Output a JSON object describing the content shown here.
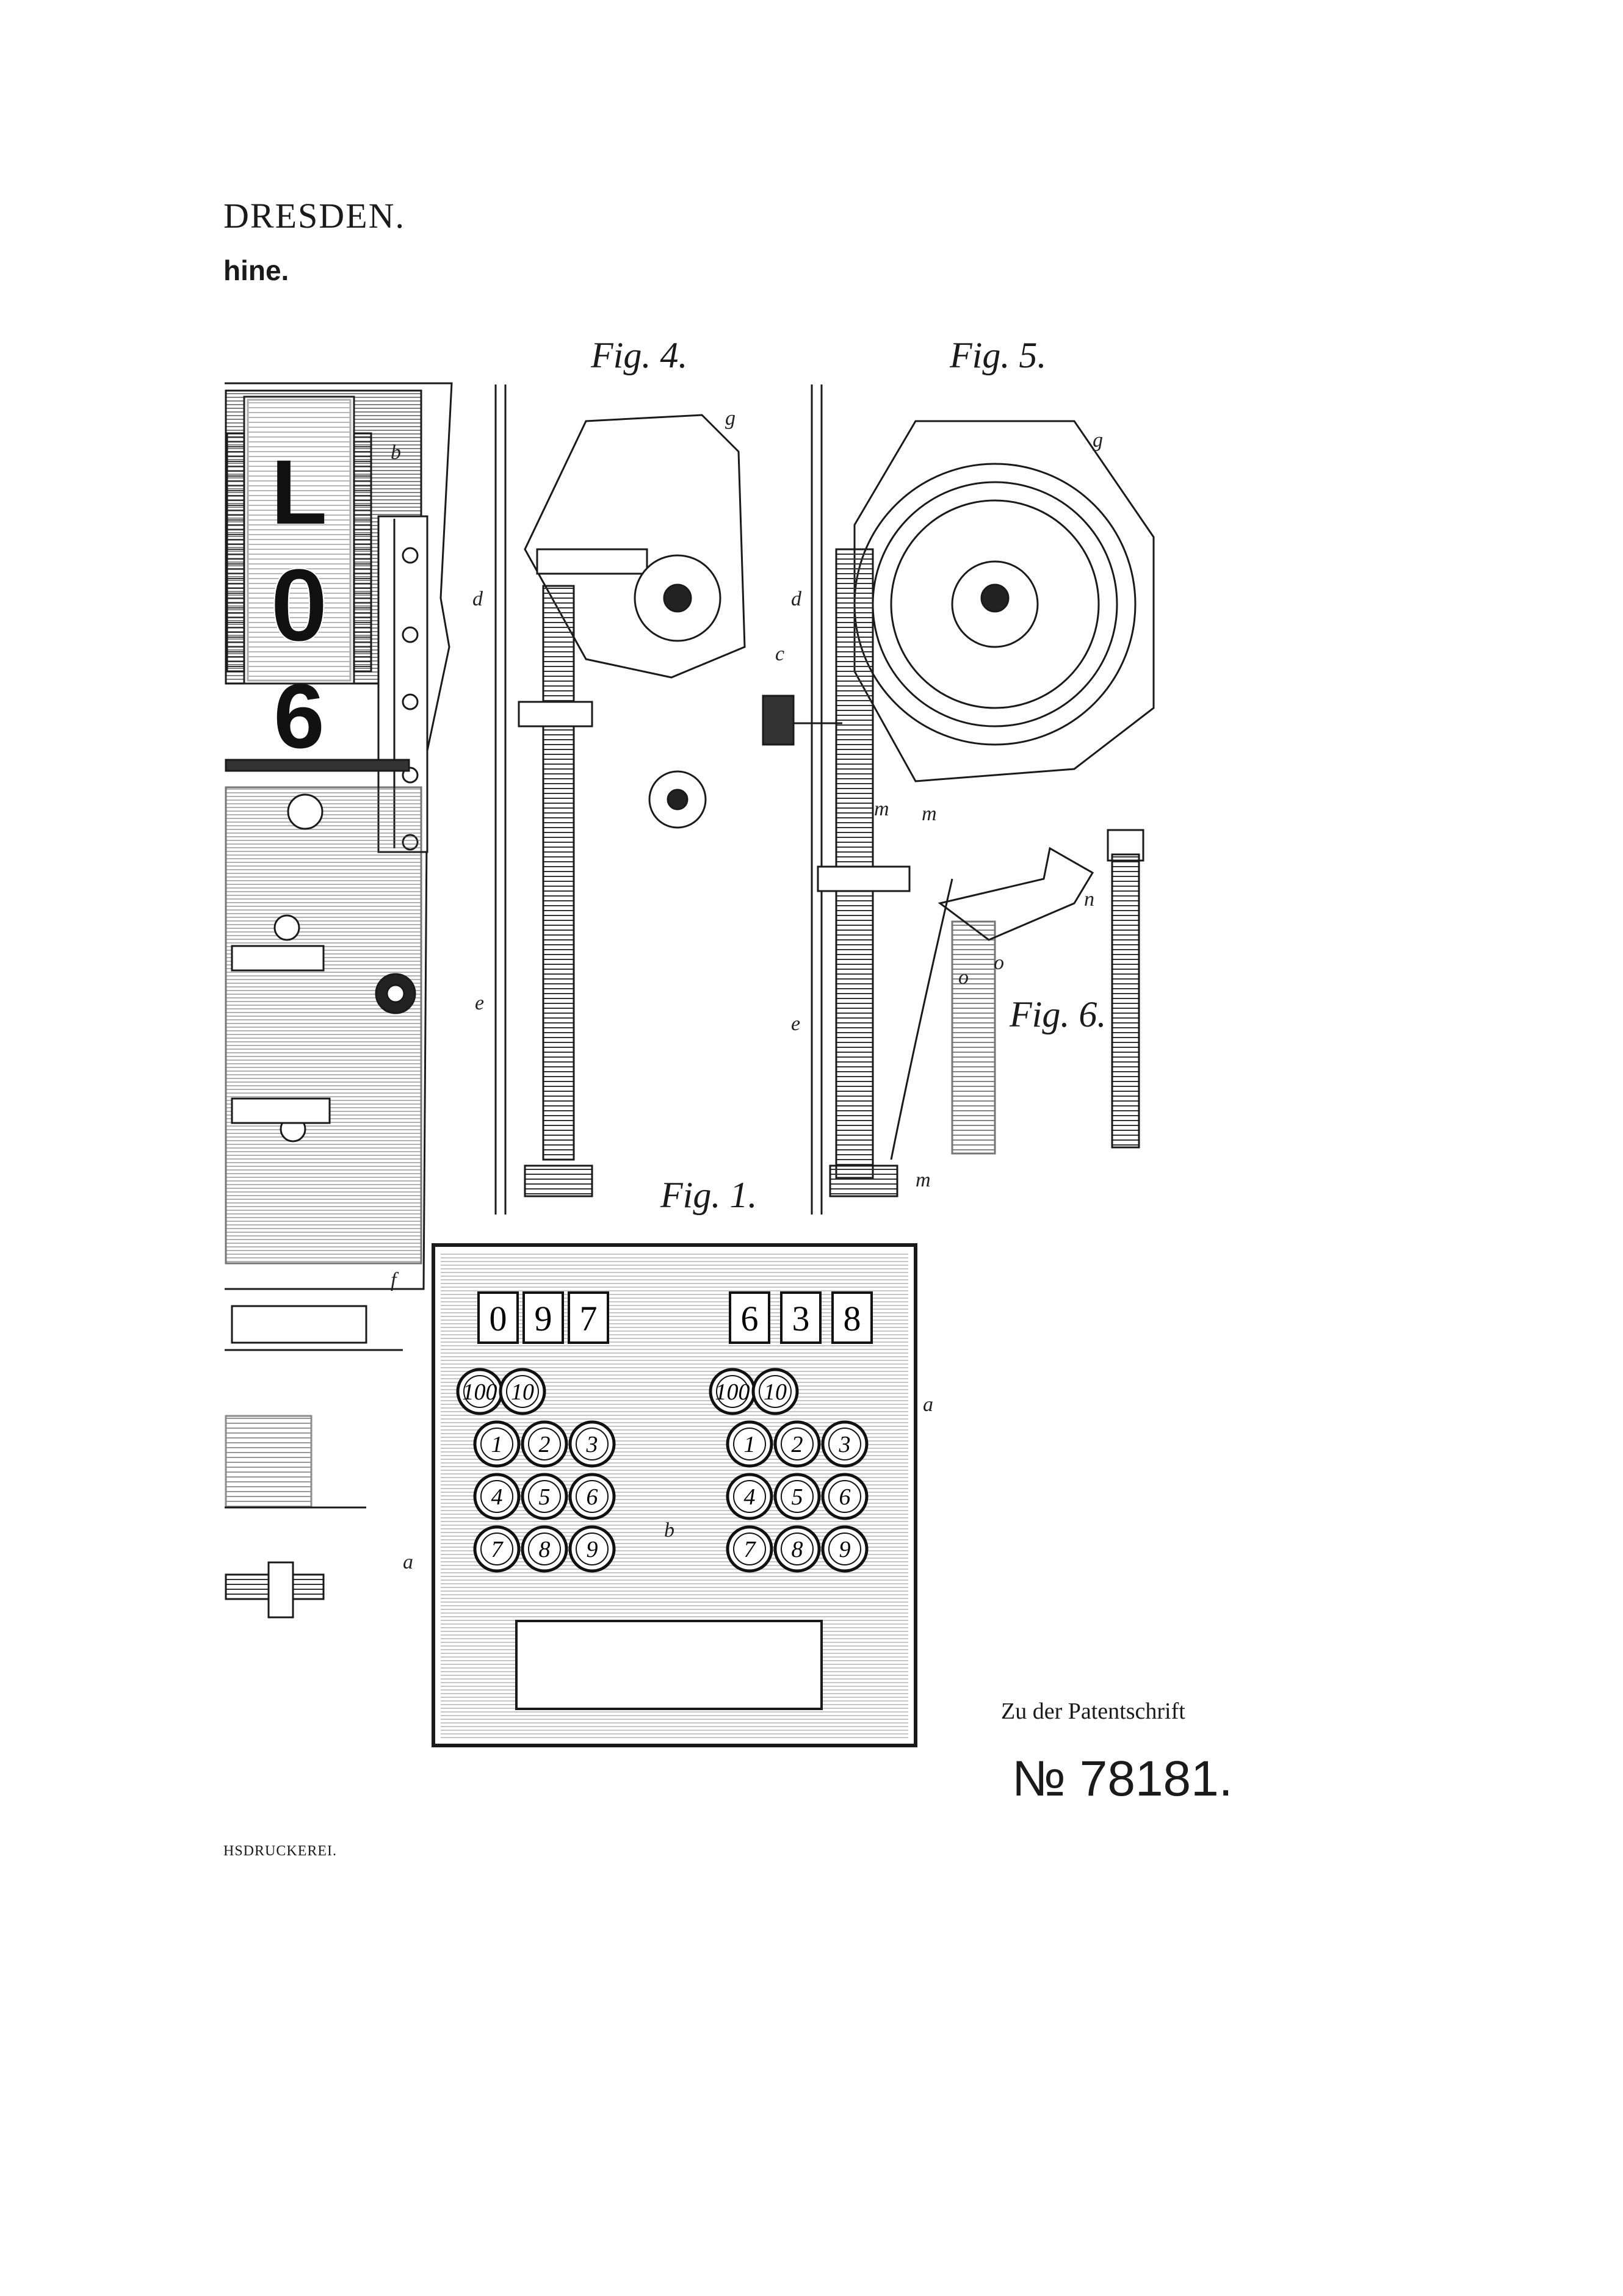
{
  "header": {
    "city": "DRESDEN.",
    "subtitle": "hine."
  },
  "figures": {
    "fig1": "Fig. 1.",
    "fig4": "Fig. 4.",
    "fig5": "Fig. 5.",
    "fig6": "Fig. 6."
  },
  "drum_digits": [
    "L",
    "0",
    "6"
  ],
  "display_left": [
    "0",
    "9",
    "7"
  ],
  "display_right": [
    "6",
    "3",
    "8"
  ],
  "keys_top": [
    "100",
    "10"
  ],
  "keys_digits": [
    "1",
    "2",
    "3",
    "4",
    "5",
    "6",
    "7",
    "8",
    "9"
  ],
  "footer": {
    "caption": "Zu der Patentschrift",
    "number": "№ 78181.",
    "printer": "HSDRUCKEREI."
  }
}
